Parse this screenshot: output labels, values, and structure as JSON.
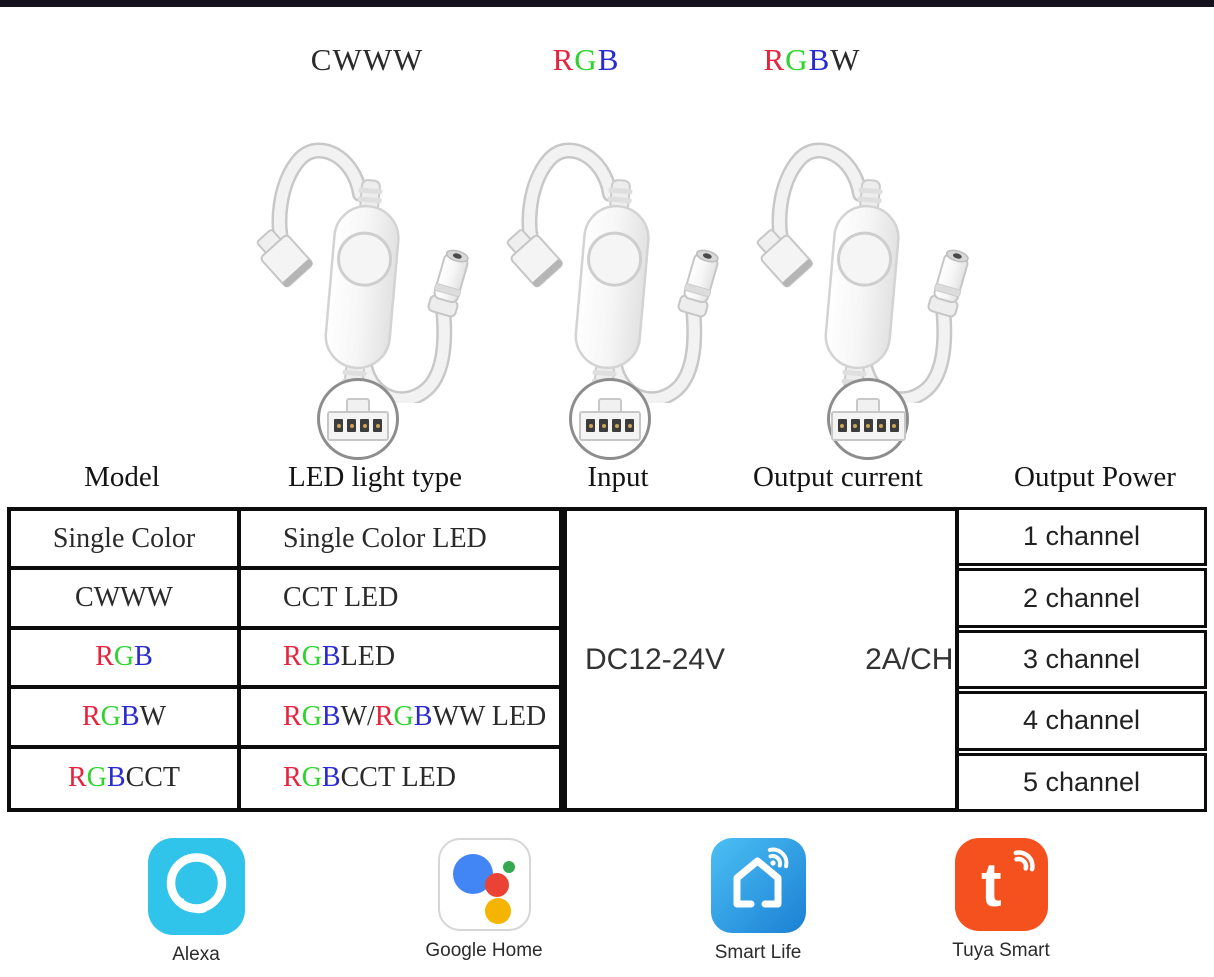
{
  "colors": {
    "red": "#e8233d",
    "green": "#2cd42c",
    "blue": "#2a2ad4",
    "dark": "#2a2a2a",
    "table_border": "#0c0c0c",
    "topbar": "#16121d",
    "alexa_cyan": "#31c4ea",
    "smartlife_blue_top": "#4cc0f4",
    "smartlife_blue_bottom": "#1b7fd4",
    "tuya_orange": "#f4511e",
    "google_blue": "#4285f4",
    "google_red": "#ea4335",
    "google_yellow": "#f4b400",
    "google_green": "#34a853"
  },
  "top_labels": [
    {
      "id": "cwww",
      "segments": [
        {
          "text": "CWWW",
          "color": "dark"
        }
      ]
    },
    {
      "id": "rgb",
      "segments": [
        {
          "text": "R",
          "color": "red"
        },
        {
          "text": "G",
          "color": "green"
        },
        {
          "text": "B",
          "color": "blue"
        }
      ]
    },
    {
      "id": "rgbw",
      "segments": [
        {
          "text": "R",
          "color": "red"
        },
        {
          "text": "G",
          "color": "green"
        },
        {
          "text": "B",
          "color": "blue"
        },
        {
          "text": "W",
          "color": "dark"
        }
      ]
    }
  ],
  "devices": [
    {
      "name": "cwww-mini-controller",
      "pins": 4
    },
    {
      "name": "rgb-mini-controller",
      "pins": 4
    },
    {
      "name": "rgbw-mini-controller",
      "pins": 5
    }
  ],
  "table": {
    "headers": [
      "Model",
      "LED light type",
      "Input",
      "Output current",
      "Output Power"
    ],
    "rows": [
      {
        "model": [
          {
            "text": "Single Color",
            "color": "dark"
          }
        ],
        "led_type": [
          {
            "text": "Single Color LED",
            "color": "dark"
          }
        ]
      },
      {
        "model": [
          {
            "text": "CWWW",
            "color": "dark"
          }
        ],
        "led_type": [
          {
            "text": "CCT LED",
            "color": "dark"
          }
        ]
      },
      {
        "model": [
          {
            "text": "R",
            "color": "red"
          },
          {
            "text": "G",
            "color": "green"
          },
          {
            "text": "B",
            "color": "blue"
          }
        ],
        "led_type": [
          {
            "text": "R",
            "color": "red"
          },
          {
            "text": "G",
            "color": "green"
          },
          {
            "text": "B",
            "color": "blue"
          },
          {
            "text": " LED",
            "color": "dark"
          }
        ]
      },
      {
        "model": [
          {
            "text": "R",
            "color": "red"
          },
          {
            "text": "G",
            "color": "green"
          },
          {
            "text": "B",
            "color": "blue"
          },
          {
            "text": "W",
            "color": "dark"
          }
        ],
        "led_type": [
          {
            "text": "R",
            "color": "red"
          },
          {
            "text": "G",
            "color": "green"
          },
          {
            "text": "B",
            "color": "blue"
          },
          {
            "text": "W/",
            "color": "dark"
          },
          {
            "text": "R",
            "color": "red"
          },
          {
            "text": "G",
            "color": "green"
          },
          {
            "text": "B",
            "color": "blue"
          },
          {
            "text": "WW LED",
            "color": "dark"
          }
        ]
      },
      {
        "model": [
          {
            "text": "R",
            "color": "red"
          },
          {
            "text": "G",
            "color": "green"
          },
          {
            "text": "B",
            "color": "blue"
          },
          {
            "text": "CCT",
            "color": "dark"
          }
        ],
        "led_type": [
          {
            "text": "R",
            "color": "red"
          },
          {
            "text": "G",
            "color": "green"
          },
          {
            "text": "B",
            "color": "blue"
          },
          {
            "text": "CCT LED",
            "color": "dark"
          }
        ]
      }
    ],
    "input_value": "DC12-24V",
    "output_current_value": "2A/CH",
    "output_channels": [
      "1 channel",
      "2 channel",
      "3 channel",
      "4 channel",
      "5 channel"
    ]
  },
  "apps": [
    {
      "name": "Alexa",
      "icon": "alexa-voice-ring"
    },
    {
      "name": "Google Home",
      "icon": "google-four-dots"
    },
    {
      "name": "Smart Life",
      "icon": "house-with-wifi"
    },
    {
      "name": "Tuya Smart",
      "icon": "t-with-wifi"
    }
  ]
}
